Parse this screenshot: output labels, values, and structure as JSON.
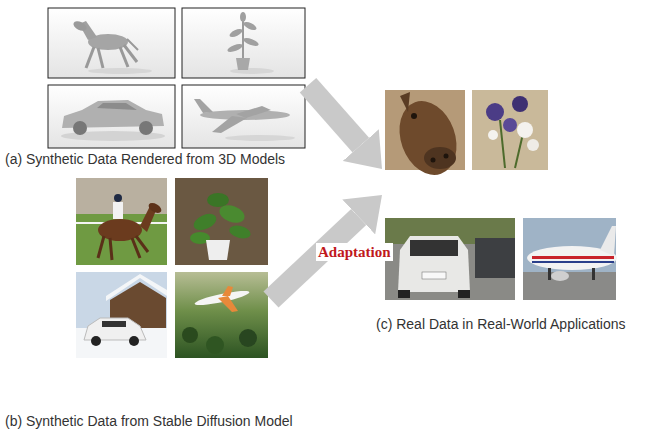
{
  "diagram": {
    "nodes": [
      {
        "text": [
          "(a) Synthetic Data Rendered from 3D Models"
        ]
      },
      {
        "text": [
          "(b) Synthetic Data from Stable Diffusion Model"
        ]
      },
      {
        "text": [
          "(c) Real Data in Real-World Applications"
        ]
      }
    ],
    "edges": [
      {
        "from": 0,
        "to": 2,
        "arrow": "to"
      },
      {
        "from": 1,
        "to": 2,
        "arrow": "to"
      }
    ],
    "labels": [
      "Adaptation"
    ]
  }
}
